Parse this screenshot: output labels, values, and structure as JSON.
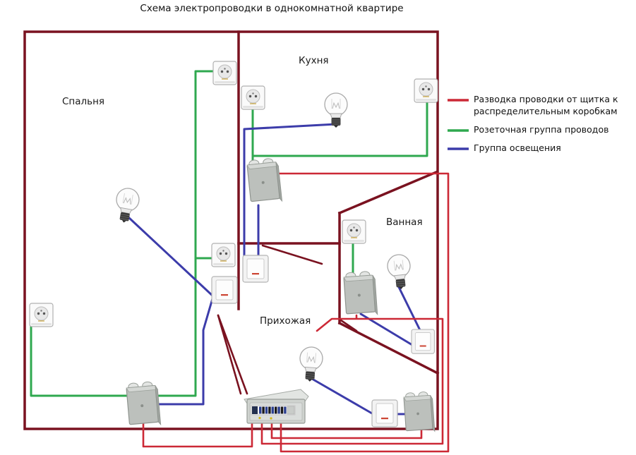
{
  "title": "Схема электропроводки в однокомнатной квартире",
  "rooms": [
    {
      "name": "Спальня"
    },
    {
      "name": "Кухня"
    },
    {
      "name": "Ванная"
    },
    {
      "name": "Прихожая"
    }
  ],
  "legend": {
    "items": [
      {
        "lines": [
          "Разводка проводки от щитка к",
          "распределительным коробкам"
        ],
        "color": "#cc2936"
      },
      {
        "lines": [
          "Розеточная группа проводов"
        ],
        "color": "#2fa84f"
      },
      {
        "lines": [
          "Группа освещения"
        ],
        "color": "#3c3caa"
      }
    ]
  },
  "colors": {
    "wall": "#7a1220",
    "panel_wire": "#cc2936",
    "socket_wire": "#2fa84f",
    "light_wire": "#3c3caa"
  },
  "components": {
    "panel": {
      "type": "electrical-panel",
      "room": "Прихожая"
    },
    "junction_boxes": [
      {
        "room": "Кухня"
      },
      {
        "room": "Ванная"
      },
      {
        "room": "Спальня"
      },
      {
        "room": "Прихожая"
      }
    ],
    "sockets": [
      {
        "room": "Спальня"
      },
      {
        "room": "Спальня"
      },
      {
        "room": "Спальня"
      },
      {
        "room": "Кухня"
      },
      {
        "room": "Кухня"
      },
      {
        "room": "Ванная"
      }
    ],
    "switches": [
      {
        "room": "Кухня"
      },
      {
        "room": "Спальня"
      },
      {
        "room": "Ванная"
      },
      {
        "room": "Прихожая"
      }
    ],
    "bulbs": [
      {
        "room": "Спальня"
      },
      {
        "room": "Кухня"
      },
      {
        "room": "Ванная"
      },
      {
        "room": "Прихожая"
      }
    ]
  }
}
